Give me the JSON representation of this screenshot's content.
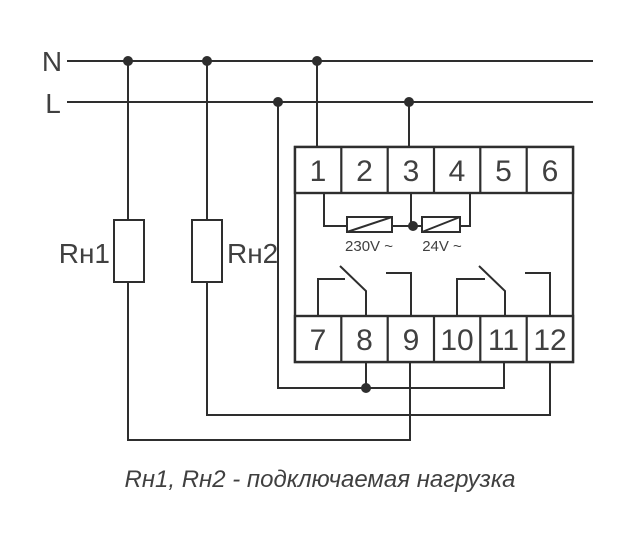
{
  "diagram": {
    "bus": {
      "n_label": "N",
      "l_label": "L"
    },
    "loads": [
      {
        "label": "Rн1"
      },
      {
        "label": "Rн2"
      }
    ],
    "device": {
      "top_terminals": [
        "1",
        "2",
        "3",
        "4",
        "5",
        "6"
      ],
      "bottom_terminals": [
        "7",
        "8",
        "9",
        "10",
        "11",
        "12"
      ],
      "coils": [
        {
          "label": "230V ~"
        },
        {
          "label": "24V ~"
        }
      ]
    },
    "caption": "Rн1, Rн2 - подключаемая нагрузка",
    "colors": {
      "line": "#2e2e2e",
      "text": "#404040",
      "background": "#ffffff"
    }
  }
}
